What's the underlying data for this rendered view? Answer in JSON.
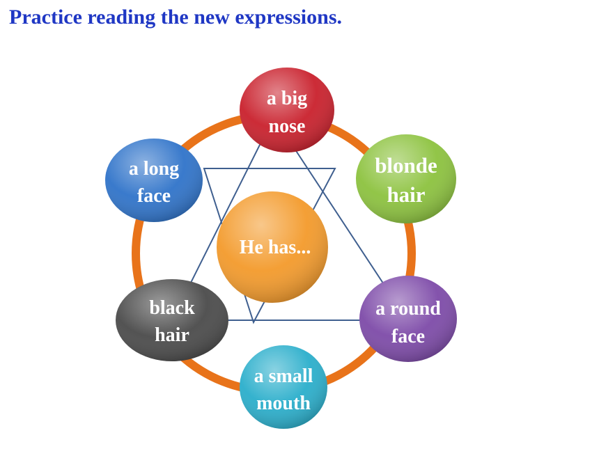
{
  "title": "Practice reading the new expressions.",
  "center": {
    "label": "He has...",
    "color": "#f39a2b"
  },
  "ring_color": "#e8731a",
  "line_color": "#3f5f8f",
  "nodes": [
    {
      "id": "big-nose",
      "lines": [
        "a big",
        "nose"
      ],
      "color": "#c9202c"
    },
    {
      "id": "blonde-hair",
      "lines": [
        "blonde",
        "hair"
      ],
      "color": "#8cc23e"
    },
    {
      "id": "round-face",
      "lines": [
        "a round",
        "face"
      ],
      "color": "#7d4aa8"
    },
    {
      "id": "small-mouth",
      "lines": [
        "a small",
        "mouth"
      ],
      "color": "#2aaecb"
    },
    {
      "id": "black-hair",
      "lines": [
        "black",
        "hair"
      ],
      "color": "#4a4a4a"
    },
    {
      "id": "long-face",
      "lines": [
        "a long",
        "face"
      ],
      "color": "#2f73c9"
    }
  ]
}
